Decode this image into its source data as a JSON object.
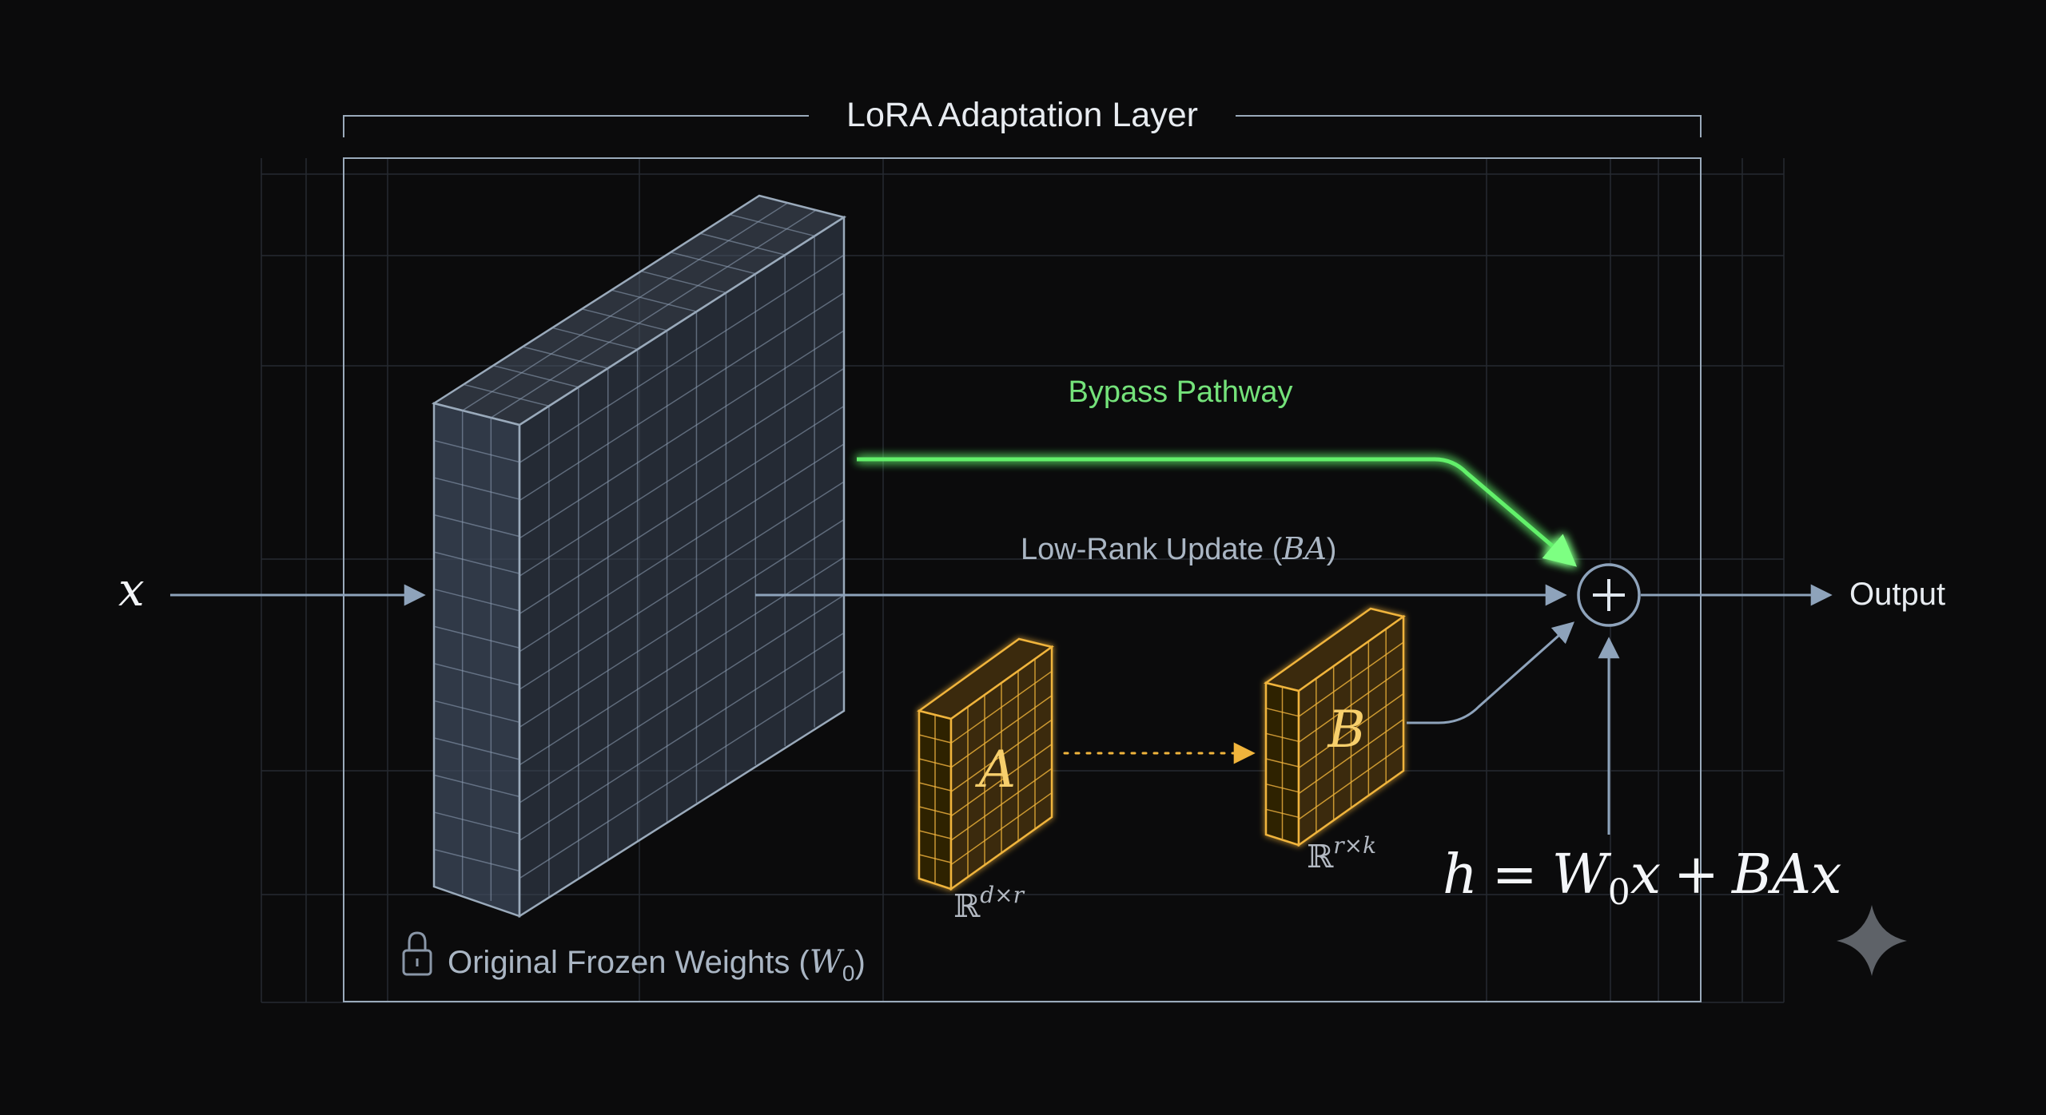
{
  "diagram": {
    "title": "LoRA Adaptation Layer",
    "input_label": "x",
    "output_label": "Output",
    "bypass_label": "Bypass Pathway",
    "update_label": "Low-Rank Update (",
    "update_label_math": "BA",
    "update_label_close": ")",
    "frozen_label": "Original Frozen Weights (",
    "frozen_label_math": "W",
    "frozen_label_sub": "0",
    "frozen_label_close": ")",
    "matrix_a_label": "A",
    "matrix_a_dim_base": "ℝ",
    "matrix_a_dim_sup": "d×r",
    "matrix_b_label": "B",
    "matrix_b_dim_base": "ℝ",
    "matrix_b_dim_sup": "r×k",
    "sum_symbol": "+",
    "equation": {
      "lhs": "h",
      "eq": "=",
      "w": "W",
      "w_sub": "0",
      "x1": "x",
      "plus": "+",
      "rhs": "BAx"
    }
  },
  "colors": {
    "background": "#0b0b0c",
    "frame": "#9aaabb",
    "grid": "#2c3138",
    "frozen_face": "#3a4656",
    "frozen_grid": "#8fa1b6",
    "green": "#62f06a",
    "green_text": "#74e27a",
    "gold": "#f0b43c",
    "gold_face": "#3a2a08",
    "arrow": "#8ea3bb",
    "text": "#e8ecf1",
    "text_muted": "#aab6c4"
  },
  "icons": [
    "lock-icon",
    "sparkle-icon",
    "sum-node-icon"
  ]
}
